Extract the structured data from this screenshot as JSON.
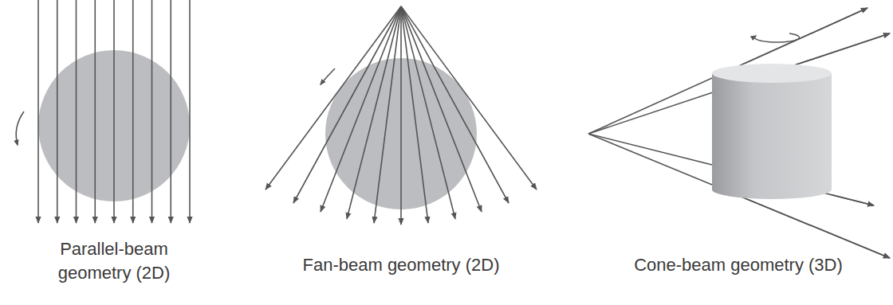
{
  "diagram": {
    "labels": [
      "Parallel-beam geometry (2D)",
      "Fan-beam geometry (2D)",
      "Cone-beam geometry (3D)"
    ]
  }
}
